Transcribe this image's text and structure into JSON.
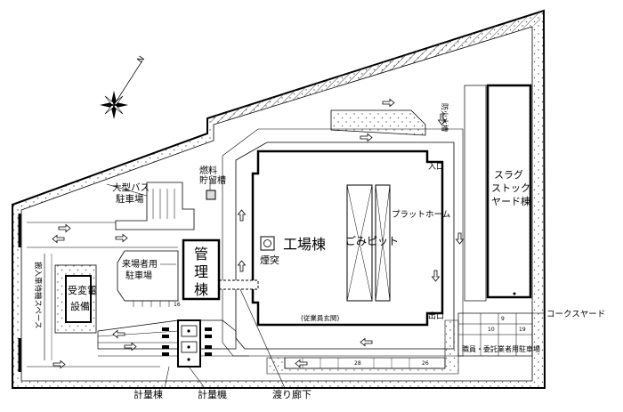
{
  "labels": {
    "factory": "工場棟",
    "admin_line1": "管",
    "admin_line2": "理",
    "admin_line3": "棟",
    "chimney": "煙突",
    "garbage_pit": "ごみピット",
    "platform": "プラットホーム",
    "slag_line1": "スラグ",
    "slag_line2": "ストック",
    "slag_line3": "ヤード棟",
    "fuel_line1": "燃料",
    "fuel_line2": "貯留槽",
    "bus_line1": "大型バス",
    "bus_line2": "駐車場",
    "visitor_line1": "来場者用",
    "visitor_line2": "駐車場",
    "substation_line1": "受変電",
    "substation_line2": "設備",
    "vehicle_wait": "搬入車待機スペース",
    "employee_entrance": "(従業員玄関)",
    "entrance": "入口",
    "exit": "出口",
    "fire_tank": "防火水槽",
    "coke_yard": "コークスヤード",
    "staff_parking": "職員・委託業者用駐車場",
    "weigh_building": "計量棟",
    "weigh_machine": "計量機",
    "corridor": "渡り廊下",
    "north": "N"
  },
  "space_counts": {
    "admin_parking": "16",
    "right_lot_top": "9",
    "right_lot_left": "10",
    "right_lot_right": "19",
    "bottom_lot_a": "28",
    "bottom_lot_b": "26"
  }
}
